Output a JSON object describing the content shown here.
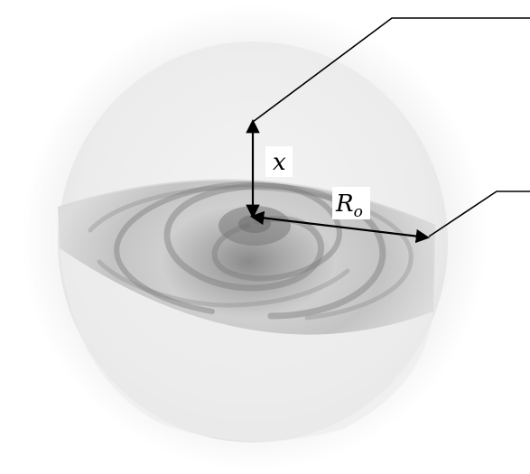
{
  "labels": {
    "height": "x",
    "radius_main": "R",
    "radius_sub": "o"
  },
  "colors": {
    "outer_glow": "#f2f2f2",
    "sphere_fill": "#eaeaea",
    "disk_dark": "#8c8c8c",
    "disk_light": "#d9d9d9",
    "arrow": "#000000",
    "leader_line": "#000000"
  }
}
